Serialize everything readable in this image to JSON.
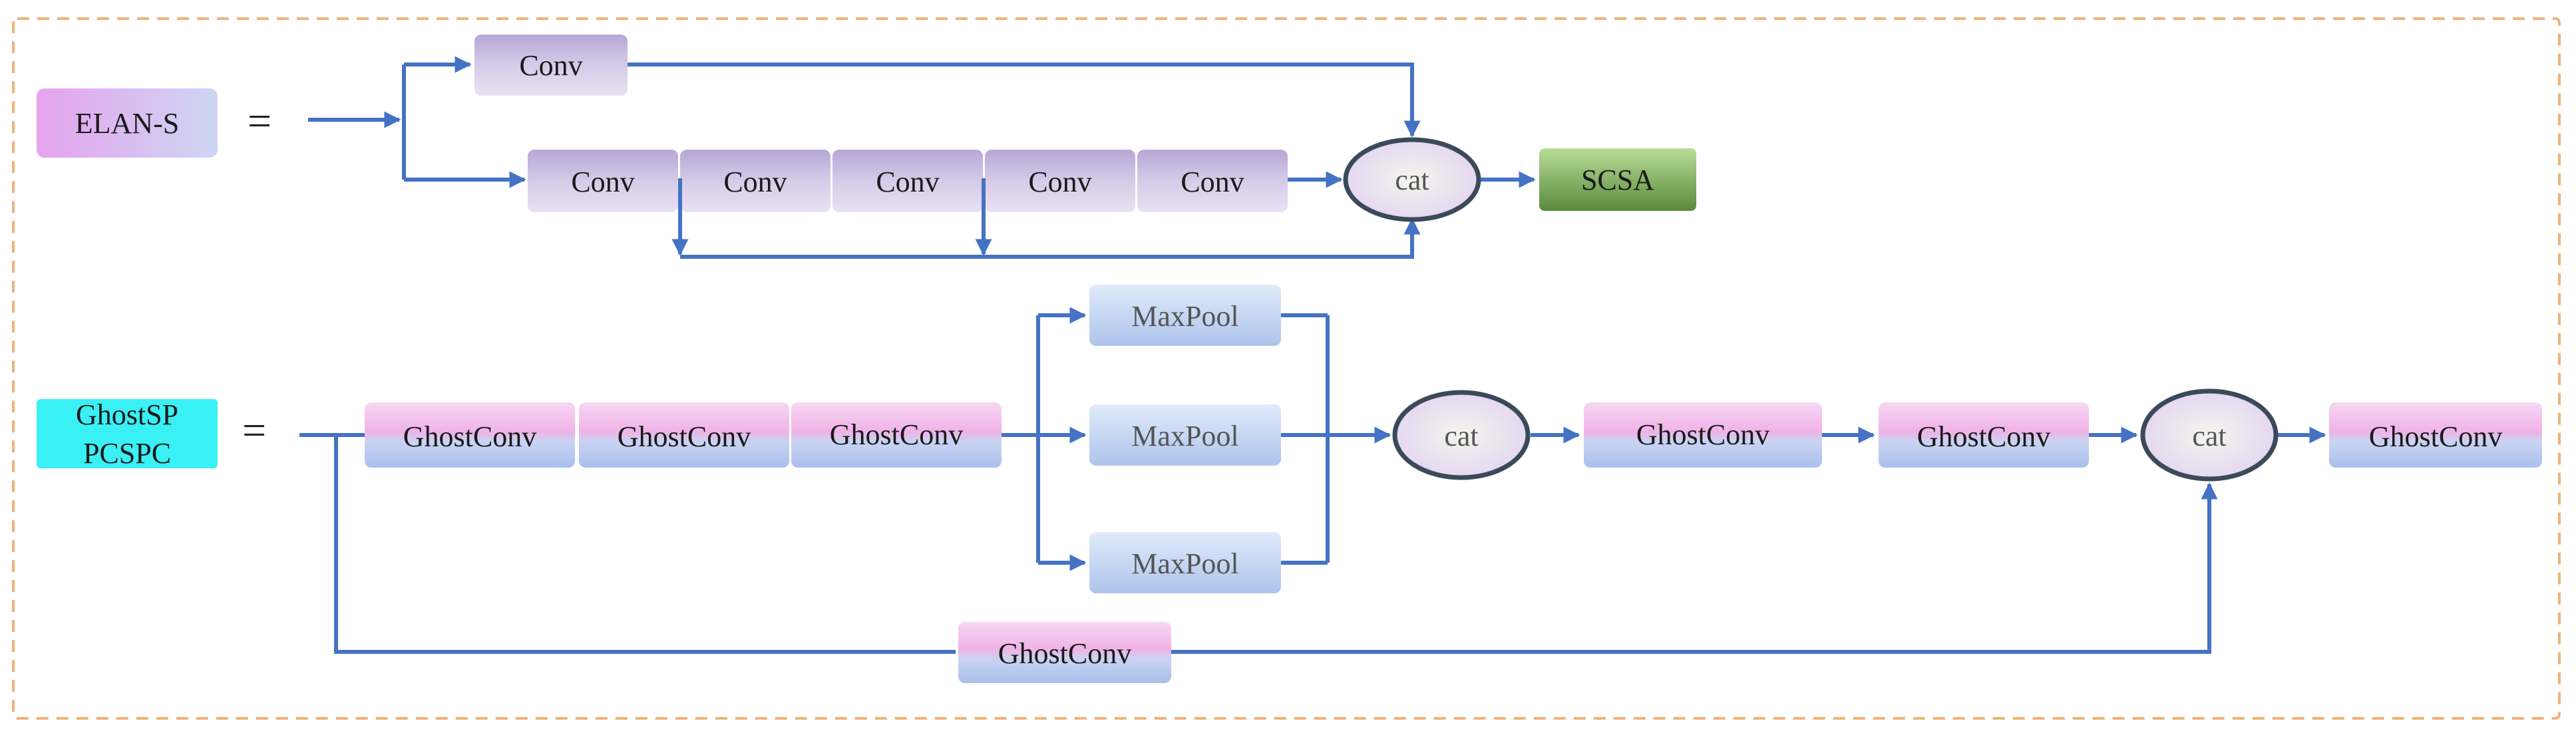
{
  "elan": {
    "label": "ELAN-S",
    "equals": "=",
    "conv_top": "Conv",
    "convs": [
      "Conv",
      "Conv",
      "Conv",
      "Conv",
      "Conv"
    ],
    "cat": "cat",
    "scsa": "SCSA"
  },
  "ghost": {
    "label_line1": "GhostSP",
    "label_line2": "PCSPC",
    "equals": "=",
    "gconvs_left": [
      "GhostConv",
      "GhostConv",
      "GhostConv"
    ],
    "maxpools": [
      "MaxPool",
      "MaxPool",
      "MaxPool"
    ],
    "cat1": "cat",
    "gconvs_mid": [
      "GhostConv",
      "GhostConv"
    ],
    "cat2": "cat",
    "gconv_final": "GhostConv",
    "gconv_bottom": "GhostConv"
  },
  "colors": {
    "arrow": "#4472c4",
    "border": "#f0b27a",
    "conv_fill": "#cdbde0",
    "ghost_pink": "#f2b5e8",
    "ghost_blue": "#b3c8ee",
    "maxpool_fill": "#c5d6f2",
    "cat_fill": "#ece6f5",
    "cat_stroke": "#3a4a5a",
    "scsa_top": "#9ccc7a",
    "scsa_bottom": "#5a8a3a",
    "elan_label": "#e0a6f0",
    "ghost_label": "#39f0f5"
  }
}
